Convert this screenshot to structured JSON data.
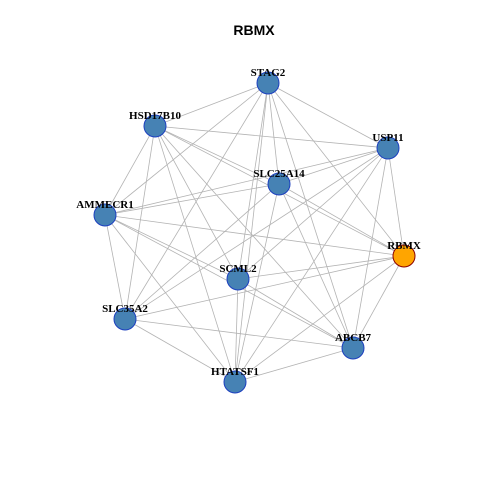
{
  "graph": {
    "title": "RBMX",
    "colors": {
      "default_node": "#4682B4",
      "default_border": "#1C3FBF",
      "highlight_node": "#FFA500",
      "highlight_border": "#8B0000",
      "edge": "#B3B3B3"
    },
    "nodes": [
      {
        "id": "STAG2",
        "label": "STAG2",
        "highlight": false
      },
      {
        "id": "HSD17B10",
        "label": "HSD17B10",
        "highlight": false
      },
      {
        "id": "USP11",
        "label": "USP11",
        "highlight": false
      },
      {
        "id": "SLC25A14",
        "label": "SLC25A14",
        "highlight": false
      },
      {
        "id": "AMMECR1",
        "label": "AMMECR1",
        "highlight": false
      },
      {
        "id": "RBMX",
        "label": "RBMX",
        "highlight": true
      },
      {
        "id": "SCML2",
        "label": "SCML2",
        "highlight": false
      },
      {
        "id": "SLC35A2",
        "label": "SLC35A2",
        "highlight": false
      },
      {
        "id": "ABCB7",
        "label": "ABCB7",
        "highlight": false
      },
      {
        "id": "HTATSF1",
        "label": "HTATSF1",
        "highlight": false
      }
    ],
    "edges": [
      [
        "STAG2",
        "HSD17B10"
      ],
      [
        "STAG2",
        "USP11"
      ],
      [
        "STAG2",
        "SLC25A14"
      ],
      [
        "STAG2",
        "AMMECR1"
      ],
      [
        "STAG2",
        "RBMX"
      ],
      [
        "STAG2",
        "SCML2"
      ],
      [
        "STAG2",
        "SLC35A2"
      ],
      [
        "STAG2",
        "ABCB7"
      ],
      [
        "STAG2",
        "HTATSF1"
      ],
      [
        "HSD17B10",
        "SLC25A14"
      ],
      [
        "HSD17B10",
        "USP11"
      ],
      [
        "HSD17B10",
        "AMMECR1"
      ],
      [
        "HSD17B10",
        "RBMX"
      ],
      [
        "HSD17B10",
        "SCML2"
      ],
      [
        "HSD17B10",
        "SLC35A2"
      ],
      [
        "HSD17B10",
        "ABCB7"
      ],
      [
        "HSD17B10",
        "HTATSF1"
      ],
      [
        "USP11",
        "SLC25A14"
      ],
      [
        "USP11",
        "AMMECR1"
      ],
      [
        "USP11",
        "RBMX"
      ],
      [
        "USP11",
        "SCML2"
      ],
      [
        "USP11",
        "SLC35A2"
      ],
      [
        "USP11",
        "ABCB7"
      ],
      [
        "USP11",
        "HTATSF1"
      ],
      [
        "SLC25A14",
        "AMMECR1"
      ],
      [
        "SLC25A14",
        "RBMX"
      ],
      [
        "SLC25A14",
        "SLC35A2"
      ],
      [
        "SLC25A14",
        "ABCB7"
      ],
      [
        "SLC25A14",
        "HTATSF1"
      ],
      [
        "AMMECR1",
        "RBMX"
      ],
      [
        "AMMECR1",
        "SCML2"
      ],
      [
        "AMMECR1",
        "SLC35A2"
      ],
      [
        "AMMECR1",
        "ABCB7"
      ],
      [
        "AMMECR1",
        "HTATSF1"
      ],
      [
        "RBMX",
        "SCML2"
      ],
      [
        "RBMX",
        "SLC35A2"
      ],
      [
        "RBMX",
        "ABCB7"
      ],
      [
        "RBMX",
        "HTATSF1"
      ],
      [
        "SCML2",
        "ABCB7"
      ],
      [
        "SCML2",
        "HTATSF1"
      ],
      [
        "SLC35A2",
        "ABCB7"
      ],
      [
        "SLC35A2",
        "HTATSF1"
      ],
      [
        "ABCB7",
        "HTATSF1"
      ]
    ]
  }
}
